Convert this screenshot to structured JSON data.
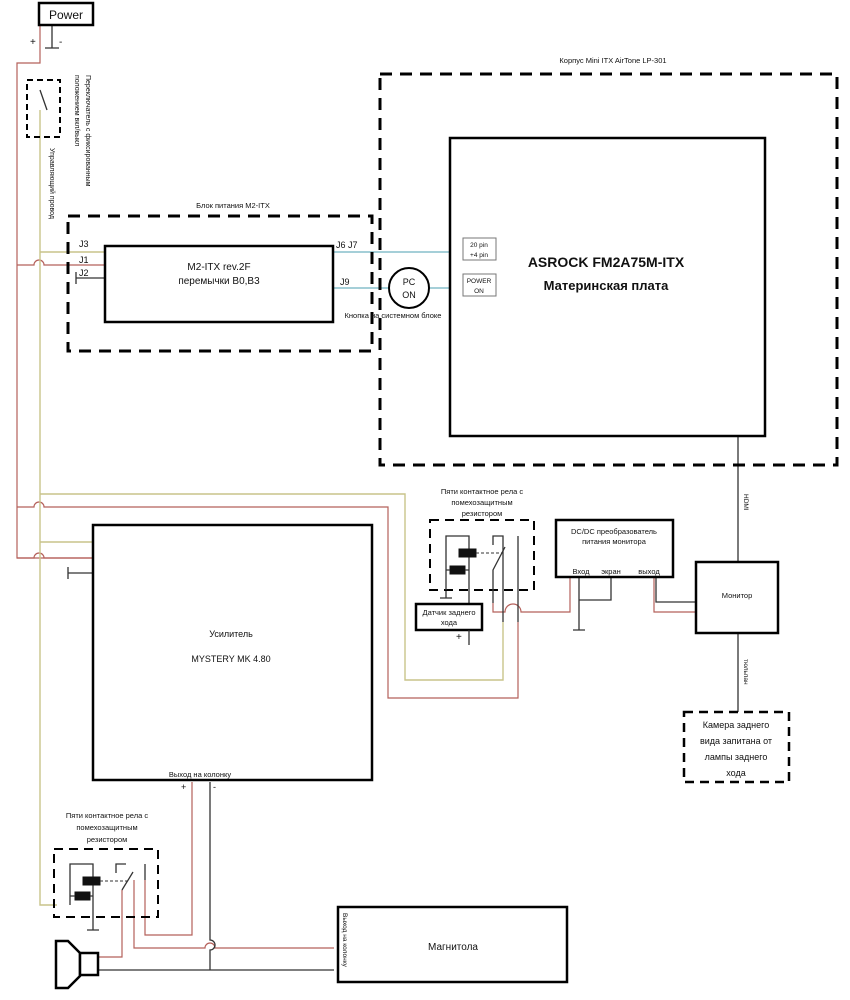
{
  "power": {
    "label": "Power",
    "plus": "+",
    "minus": "-"
  },
  "switch": {
    "label_line1": "Переключатель с фиксированным",
    "label_line2": "положением вкл/выкл",
    "control_wire": "Управляющий провод"
  },
  "psu_block": {
    "title": "Блок питания M2-ITX",
    "model": "M2-ITX rev.2F",
    "jumpers": "перемычки B0,B3",
    "pins": {
      "j3": "J3",
      "j1": "J1",
      "j2": "J2",
      "j6j7": "J6 J7",
      "j9": "J9"
    }
  },
  "case": {
    "title": "Корпус Mini ITX AirTone LP-301"
  },
  "pc_button": {
    "line1": "PC",
    "line2": "ON",
    "caption": "Кнопка на системном блоке"
  },
  "motherboard": {
    "model": "ASROCK FM2A75M-ITX",
    "subtitle": "Материнская плата",
    "conn_power": {
      "line1": "20 pin",
      "line2": "+4 pin"
    },
    "conn_button": {
      "line1": "POWER",
      "line2": "ON"
    }
  },
  "relay_top": {
    "line1": "Пяти контактное рела с",
    "line2": "помехозащитным",
    "line3": "резистором"
  },
  "reverse_sensor": {
    "line1": "Датчик заднего",
    "line2": "хода",
    "plus": "+"
  },
  "dcdc": {
    "line1": "DC/DC преобразователь",
    "line2": "питания монитора",
    "in": "Вход",
    "screen": "экран",
    "out": "выход"
  },
  "hdmi_label": "HDMI",
  "monitor": {
    "label": "Монитор"
  },
  "tulip_label": "тюльпан",
  "camera": {
    "line1": "Камера заднего",
    "line2": "вида запитана от",
    "line3": "лампы заднего",
    "line4": "хода"
  },
  "amplifier": {
    "title": "Усилитель",
    "model": "MYSTERY MK 4.80",
    "output": "Выход на колонку",
    "plus": "+",
    "minus": "-"
  },
  "relay_bottom": {
    "line1": "Пяти контактное рела с",
    "line2": "помехозащитным",
    "line3": "резистором"
  },
  "head_unit": {
    "label": "Магнитола",
    "output": "Выход на колонку"
  },
  "colors": {
    "power_wire": "#b5605a",
    "control_wire": "#c9c48a",
    "signal_wire": "#6fb2c0",
    "ground_wire": "#333333"
  }
}
